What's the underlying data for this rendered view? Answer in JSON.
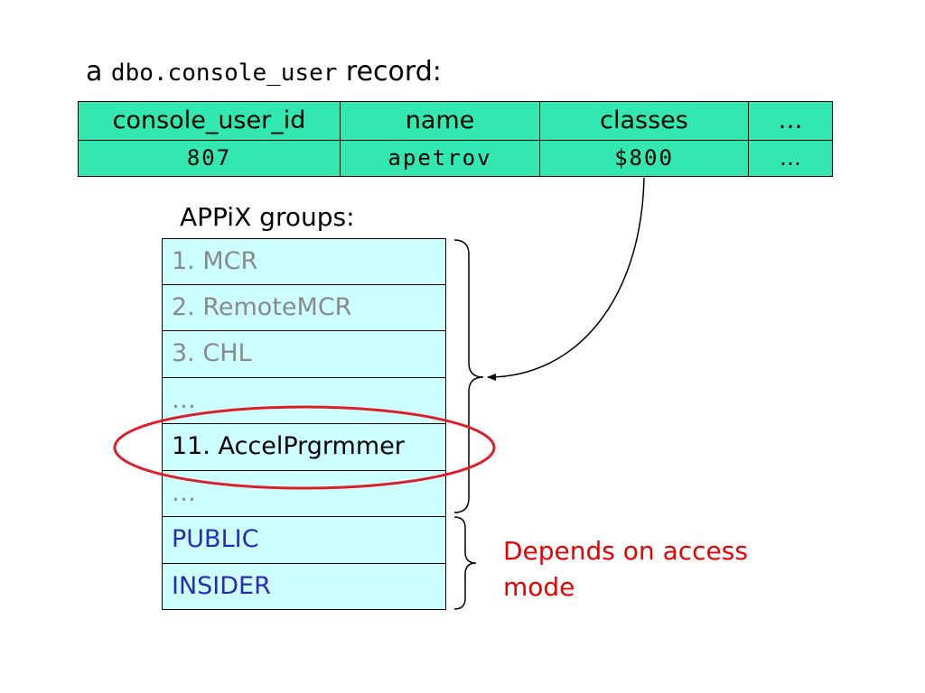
{
  "caption": {
    "prefix": "a ",
    "table_name": "dbo.console_user",
    "suffix": " record:"
  },
  "record_table": {
    "headers": [
      "console_user_id",
      "name",
      "classes",
      "…"
    ],
    "values": [
      "807",
      "apetrov",
      "$800",
      "…"
    ],
    "background": "#33e8b0"
  },
  "groups": {
    "title": "APPiX groups:",
    "items": [
      {
        "label": "1. MCR",
        "color": "#8a8a8a"
      },
      {
        "label": "2. RemoteMCR",
        "color": "#8a8a8a"
      },
      {
        "label": "3. CHL",
        "color": "#8a8a8a"
      },
      {
        "label": "…",
        "color": "#8a8a8a"
      },
      {
        "label": "11. AccelPrgrmmer",
        "color": "#000000",
        "highlighted": true
      },
      {
        "label": "…",
        "color": "#8a8a8a"
      },
      {
        "label": "PUBLIC",
        "color": "#2a2ab5"
      },
      {
        "label": "INSIDER",
        "color": "#2a2ab5"
      }
    ],
    "background": "#ccffff"
  },
  "note": {
    "text": "Depends on access mode",
    "color": "#e60000"
  },
  "highlight_color": "#dd1e2b"
}
